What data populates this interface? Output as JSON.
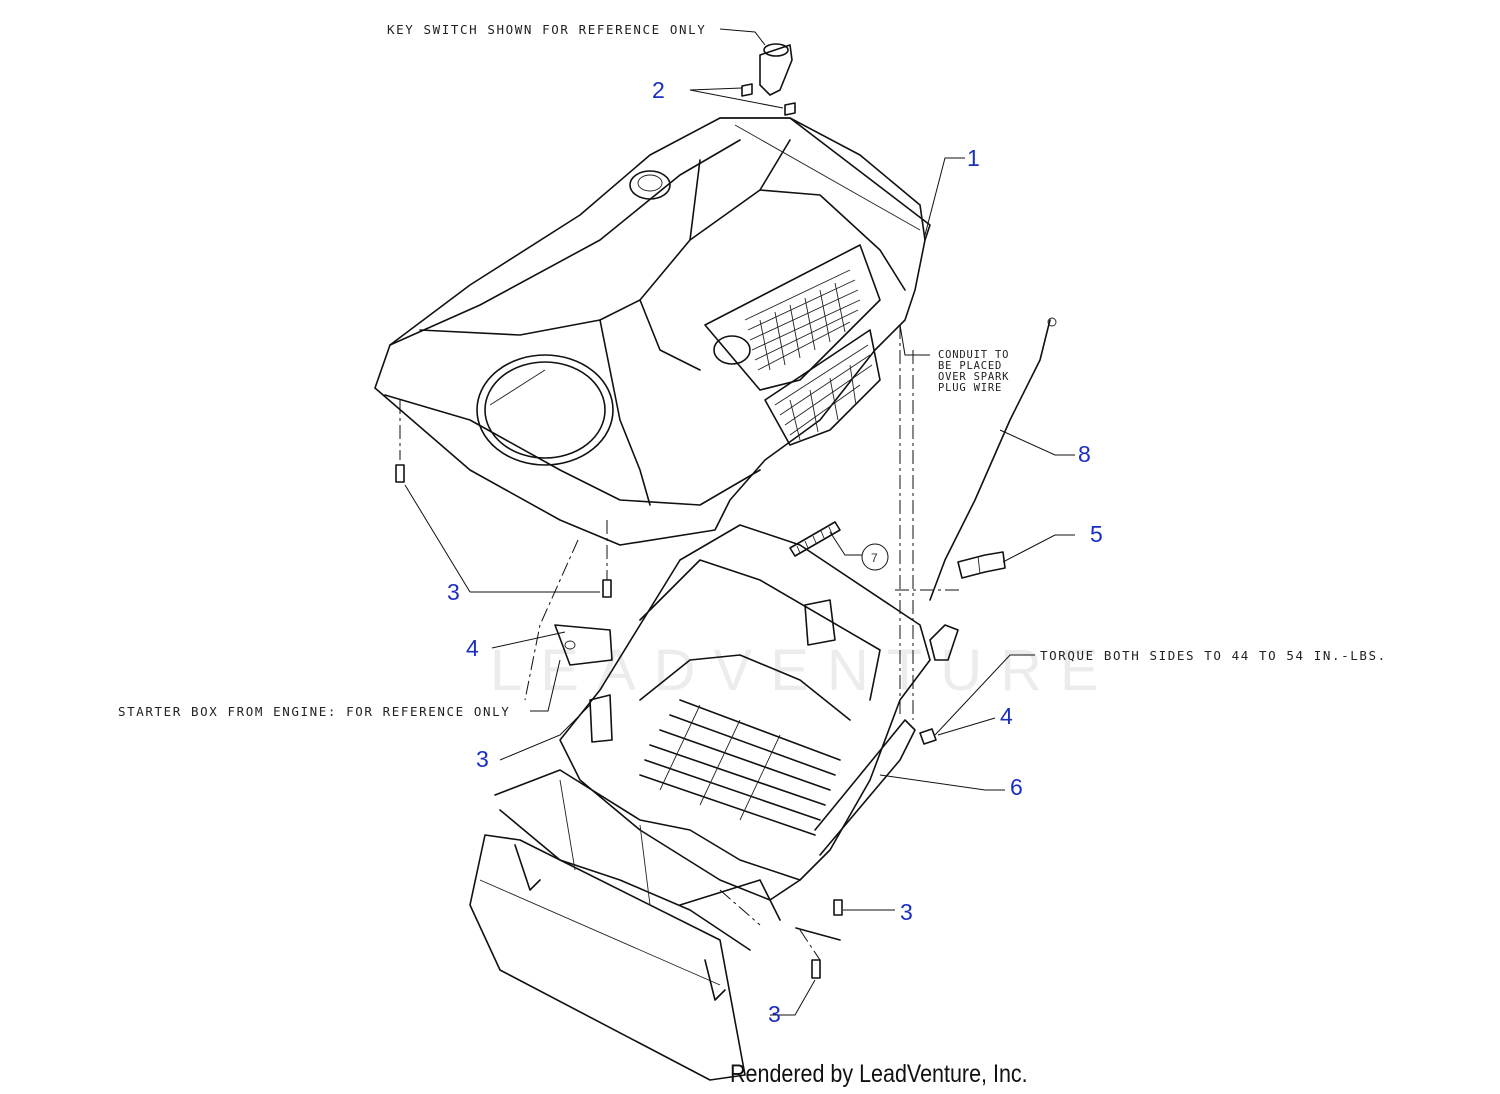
{
  "notes": {
    "key_switch": "KEY SWITCH SHOWN FOR REFERENCE ONLY",
    "conduit": [
      "CONDUIT TO",
      "BE PLACED",
      "OVER SPARK",
      "PLUG WIRE"
    ],
    "torque": "TORQUE BOTH SIDES TO 44 TO 54 IN.-LBS.",
    "starter_box": "STARTER BOX FROM ENGINE: FOR REFERENCE ONLY"
  },
  "callouts": {
    "c1": "1",
    "c2": "2",
    "c3a": "3",
    "c3b": "3",
    "c3c": "3",
    "c3d": "3",
    "c4a": "4",
    "c4b": "4",
    "c5": "5",
    "c6": "6",
    "c7": "7",
    "c8": "8"
  },
  "watermark": "LEADVENTURE",
  "footer": "Rendered by LeadVenture, Inc.",
  "colors": {
    "callout": "#1a2fbf",
    "line": "#111111"
  }
}
